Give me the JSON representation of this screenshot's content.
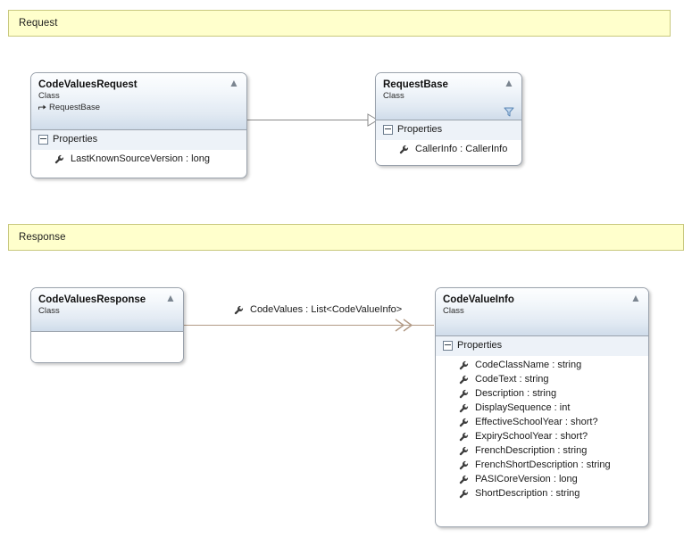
{
  "diagram": {
    "type": "uml-class-diagram",
    "background_color": "#ffffff",
    "bands": [
      {
        "label": "Request",
        "fill": "#ffffcc",
        "border": "#c8c87e"
      },
      {
        "label": "Response",
        "fill": "#ffffcc",
        "border": "#c8c87e"
      }
    ]
  },
  "classes": {
    "code_values_request": {
      "name": "CodeValuesRequest",
      "stereotype": "Class",
      "base_class": "RequestBase",
      "compartment_label": "Properties",
      "members": [
        {
          "icon": "wrench-icon",
          "text": "LastKnownSourceVersion : long"
        }
      ]
    },
    "request_base": {
      "name": "RequestBase",
      "stereotype": "Class",
      "compartment_label": "Properties",
      "members": [
        {
          "icon": "wrench-icon",
          "text": "CallerInfo : CallerInfo"
        }
      ]
    },
    "code_values_response": {
      "name": "CodeValuesResponse",
      "stereotype": "Class",
      "members": []
    },
    "code_value_info": {
      "name": "CodeValueInfo",
      "stereotype": "Class",
      "compartment_label": "Properties",
      "members": [
        {
          "icon": "wrench-icon",
          "text": "CodeClassName : string"
        },
        {
          "icon": "wrench-icon",
          "text": "CodeText : string"
        },
        {
          "icon": "wrench-icon",
          "text": "Description : string"
        },
        {
          "icon": "wrench-icon",
          "text": "DisplaySequence : int"
        },
        {
          "icon": "wrench-icon",
          "text": "EffectiveSchoolYear : short?"
        },
        {
          "icon": "wrench-icon",
          "text": "ExpirySchoolYear : short?"
        },
        {
          "icon": "wrench-icon",
          "text": "FrenchDescription : string"
        },
        {
          "icon": "wrench-icon",
          "text": "FrenchShortDescription : string"
        },
        {
          "icon": "wrench-icon",
          "text": "PASICoreVersion : long"
        },
        {
          "icon": "wrench-icon",
          "text": "ShortDescription : string"
        }
      ]
    }
  },
  "connectors": {
    "inheritance": {
      "kind": "inheritance",
      "from": "CodeValuesRequest",
      "to": "RequestBase",
      "color": "#8a8a8a",
      "arrowhead": "hollow-triangle"
    },
    "association": {
      "kind": "association",
      "from": "CodeValuesResponse",
      "to": "CodeValueInfo",
      "label": "CodeValues : List<CodeValueInfo>",
      "color": "#b29a85",
      "arrowhead": "open-chevron"
    }
  },
  "icons": {
    "collapse": "chevron-double-up-icon",
    "filter": "funnel-icon",
    "expander": "minus-box-icon",
    "property": "wrench-icon",
    "inherits": "arrow-right-icon"
  }
}
